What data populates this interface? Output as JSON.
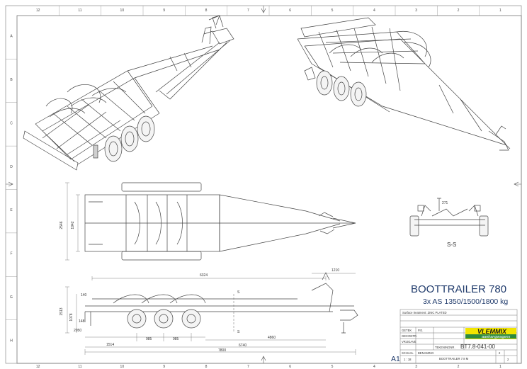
{
  "drawing": {
    "title": "BOOTTRAILER 780",
    "subtitle": "3x AS 1350/1500/1800 kg",
    "drawing_number": "BT7.8-041-00",
    "name": "BOOTTRAILER 7.8 M",
    "scale": "1 : 18",
    "sheet_format": "A1",
    "sheet": "2",
    "sheets": "2",
    "section_label": "S-S",
    "section_marks": [
      "S",
      "S"
    ],
    "notes": [
      "Surface treatment: ZINC PLATED"
    ],
    "company": "VLEMMIX",
    "company_sub": "aanhangwagens"
  },
  "grid": {
    "columns": [
      "12",
      "11",
      "10",
      "9",
      "8",
      "7",
      "6",
      "5",
      "4",
      "3",
      "2",
      "1"
    ],
    "rows": [
      "A",
      "B",
      "C",
      "D",
      "E",
      "F",
      "G",
      "H"
    ]
  },
  "dimensions": {
    "top_view": [
      "2546",
      "1942"
    ],
    "side_view": [
      "6324",
      "1210",
      "140",
      "1513",
      "1078",
      "148",
      "2050",
      "1514",
      "985",
      "985",
      "4860",
      "6740",
      "7800"
    ],
    "section_view": [
      "271"
    ]
  },
  "title_block": {
    "labels": [
      "GETEK",
      "GECONTR.",
      "VRIJGAVE",
      "SCHAAL",
      "BENAMING",
      "TEKENINGNR."
    ],
    "values": [
      "P.E.",
      "",
      "",
      "",
      "",
      ""
    ]
  },
  "colors": {
    "line": "#555555",
    "title": "#1f3a6b",
    "brand_yellow": "#f2e500",
    "brand_green": "#2d8a3e"
  }
}
